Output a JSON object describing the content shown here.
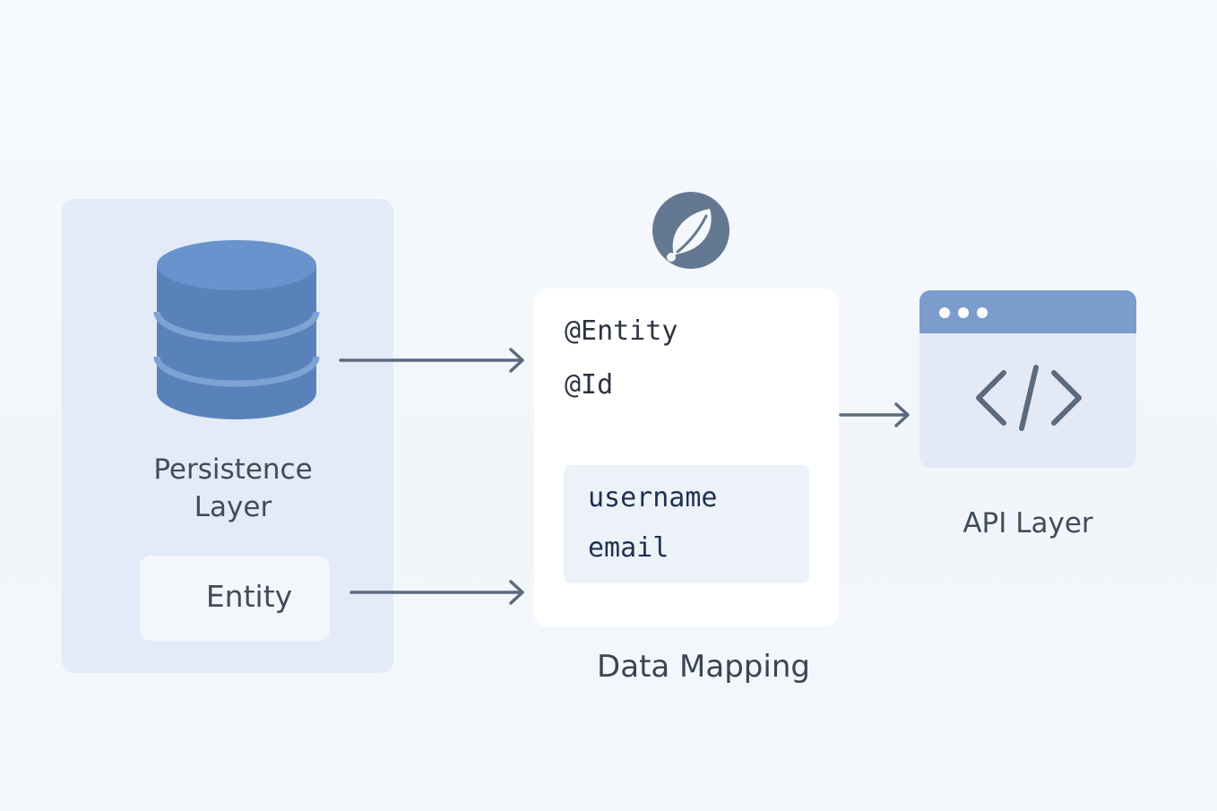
{
  "persistence": {
    "label_line1": "Persistence",
    "label_line2": "Layer",
    "entity_label": "Entity",
    "icon": "database-icon"
  },
  "mapping": {
    "logo": "spring-leaf-icon",
    "annotations": [
      "@Entity",
      "@Id"
    ],
    "fields": [
      "username",
      "email"
    ],
    "label": "Data Mapping"
  },
  "api": {
    "icon": "code-window-icon",
    "label": "API Layer"
  },
  "colors": {
    "background": "#f4f7fb",
    "panel": "#e2ebf7",
    "database": "#5a82ba",
    "arrow": "#5c6a7e",
    "text": "#414c5b",
    "api_titlebar": "#7b9ccc",
    "spring_logo": "#647891"
  }
}
